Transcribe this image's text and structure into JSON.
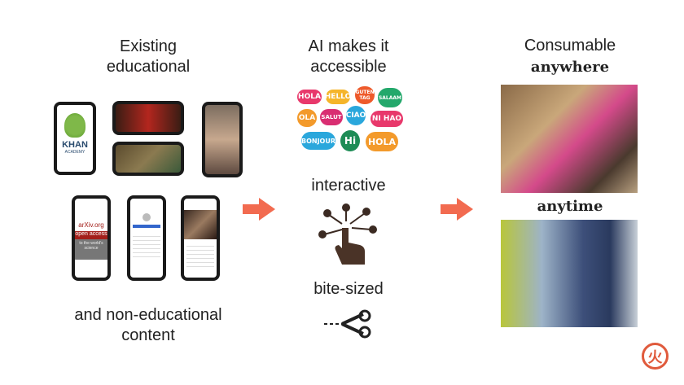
{
  "left": {
    "title_line1": "Existing",
    "title_line2": "educational",
    "caption_line1": "and non-educational",
    "caption_line2": "content",
    "khan": {
      "name": "KHAN",
      "sub": "ACADEMY"
    },
    "arxiv": {
      "name": "arXiv.org",
      "open": "open access",
      "rest": "to the world's science"
    }
  },
  "middle": {
    "title_line1": "AI makes it",
    "title_line2": "accessible",
    "bubbles": [
      "HOLA",
      "HELLO",
      "GUTEN TAG",
      "SALAAM",
      "OLA",
      "SALUT",
      "CIAO",
      "NI HAO",
      "BONJOUR",
      "Hi",
      "HOLA"
    ],
    "interactive": "interactive",
    "bite_sized": "bite-sized"
  },
  "right": {
    "title": "Consumable",
    "anywhere": "anywhere",
    "anytime": "anytime"
  },
  "colors": {
    "accent": "#f26b50"
  }
}
